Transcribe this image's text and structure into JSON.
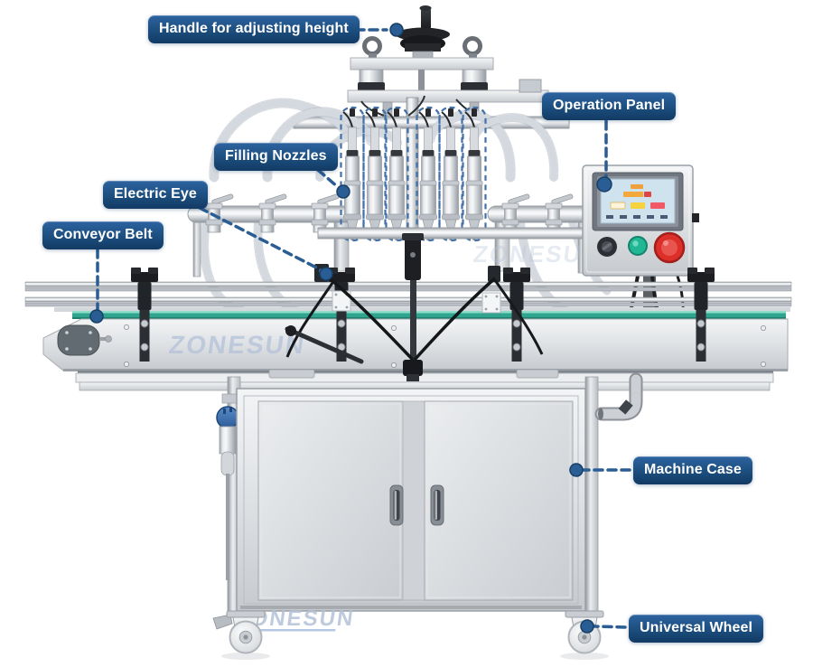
{
  "diagram": {
    "type": "annotated-product-diagram",
    "subject": "Automatic six-head liquid bottle filling machine with labeled parts",
    "watermark": "ZONESUN",
    "labels": [
      {
        "id": "handle-for-adjusting-height",
        "text": "Handle for adjusting height"
      },
      {
        "id": "operation-panel",
        "text": "Operation Panel"
      },
      {
        "id": "filling-nozzles",
        "text": "Filling Nozzles"
      },
      {
        "id": "electric-eye",
        "text": "Electric Eye"
      },
      {
        "id": "conveyor-belt",
        "text": "Conveyor Belt"
      },
      {
        "id": "machine-case",
        "text": "Machine Case"
      },
      {
        "id": "universal-wheel",
        "text": "Universal Wheel"
      }
    ],
    "colors": {
      "label_bg": "#1c4e7e",
      "label_text": "#ffffff",
      "leader": "#2a5d94",
      "nozzle_highlight": "#4270a8",
      "belt_green": "#2fa48e",
      "watermark": "#b3c2d8",
      "button_green": "#21b795",
      "button_red": "#dc2f2a",
      "screen_bg": "#cfe3ef",
      "accent_blue": "#3a6db5"
    }
  }
}
